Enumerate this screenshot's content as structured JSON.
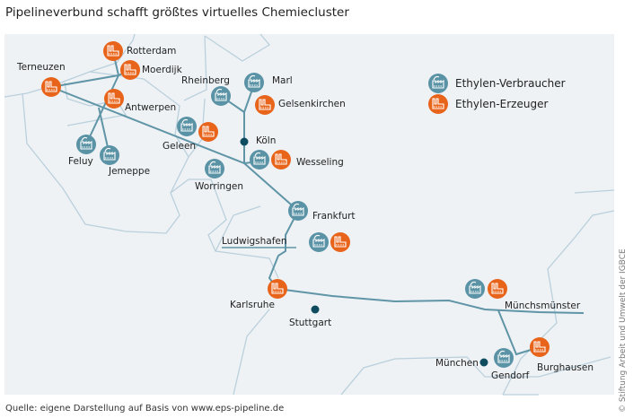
{
  "title": "Pipelineverbund schafft größtes virtuelles Chemiecluster",
  "legend": [
    {
      "type": "verbraucher",
      "label": "Ethylen-Verbraucher"
    },
    {
      "type": "erzeuger",
      "label": "Ethylen-Erzeuger"
    }
  ],
  "colors": {
    "verbraucher": "#5b93a6",
    "erzeuger": "#e8641b",
    "pipeline": "#5f95a6",
    "border": "#bad0dc",
    "map_bg": "#eef2f5",
    "city": "#0e4b5f"
  },
  "sites": [
    {
      "name": "Rotterdam",
      "markers": [
        "erzeuger"
      ]
    },
    {
      "name": "Moerdijk",
      "markers": [
        "erzeuger"
      ]
    },
    {
      "name": "Terneuzen",
      "markers": [
        "erzeuger"
      ]
    },
    {
      "name": "Antwerpen",
      "markers": [
        "erzeuger"
      ]
    },
    {
      "name": "Feluy",
      "markers": [
        "verbraucher"
      ]
    },
    {
      "name": "Jemeppe",
      "markers": [
        "verbraucher"
      ]
    },
    {
      "name": "Geleen",
      "markers": [
        "verbraucher",
        "erzeuger"
      ]
    },
    {
      "name": "Rheinberg",
      "markers": [
        "verbraucher"
      ]
    },
    {
      "name": "Marl",
      "markers": [
        "verbraucher"
      ]
    },
    {
      "name": "Gelsenkirchen",
      "markers": [
        "erzeuger"
      ]
    },
    {
      "name": "Wesseling",
      "markers": [
        "verbraucher",
        "erzeuger"
      ]
    },
    {
      "name": "Worringen",
      "markers": [
        "verbraucher"
      ]
    },
    {
      "name": "Frankfurt",
      "markers": [
        "verbraucher"
      ]
    },
    {
      "name": "Ludwigshafen",
      "markers": [
        "verbraucher",
        "erzeuger"
      ]
    },
    {
      "name": "Karlsruhe",
      "markers": [
        "erzeuger"
      ]
    },
    {
      "name": "Münchsmünster",
      "markers": [
        "verbraucher",
        "erzeuger"
      ]
    },
    {
      "name": "Gendorf",
      "markers": [
        "verbraucher"
      ]
    },
    {
      "name": "Burghausen",
      "markers": [
        "erzeuger"
      ]
    }
  ],
  "cities": [
    "Köln",
    "Stuttgart",
    "München"
  ],
  "source": "Quelle: eigene Darstellung auf Basis von www.eps-pipeline.de",
  "copyright": "© Stiftung Arbeit und Umwelt der IGBCE"
}
